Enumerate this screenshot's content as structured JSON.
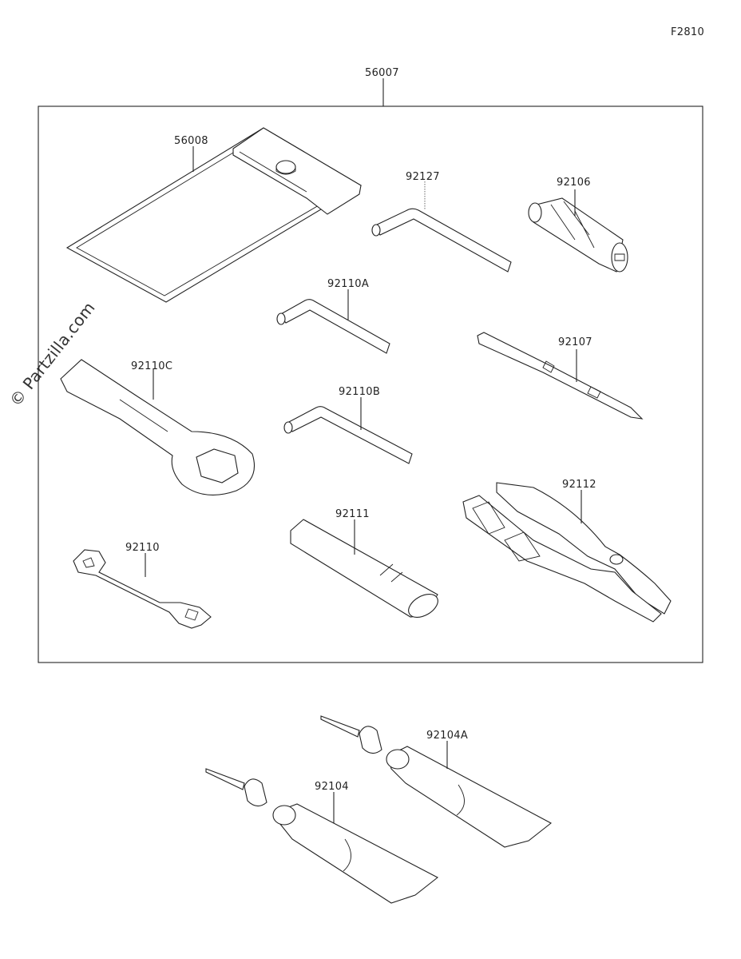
{
  "figure_code": "F2810",
  "watermark": "© Partzilla.com",
  "assembly": {
    "part_no": "56007",
    "parts": [
      {
        "part_no": "56008"
      },
      {
        "part_no": "92127"
      },
      {
        "part_no": "92106"
      },
      {
        "part_no": "92110A"
      },
      {
        "part_no": "92107"
      },
      {
        "part_no": "92110C"
      },
      {
        "part_no": "92110B"
      },
      {
        "part_no": "92112"
      },
      {
        "part_no": "92111"
      },
      {
        "part_no": "92110"
      }
    ]
  },
  "loose_parts": [
    {
      "part_no": "92104A"
    },
    {
      "part_no": "92104"
    }
  ]
}
